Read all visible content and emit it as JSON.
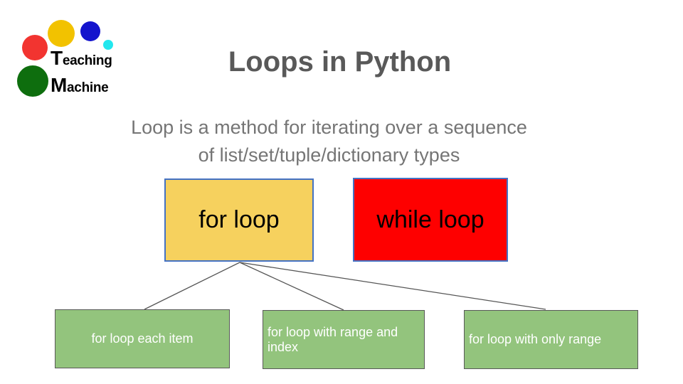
{
  "theme": {
    "slide-bg": "#ffffff",
    "title-color": "#595959",
    "subtitle-color": "#757575",
    "for-fill": "#f6d15e",
    "while-fill": "#fe0000",
    "loop-box-border": "#4472c4",
    "loop-box-text": "#000000",
    "branch-fill": "#93c47d",
    "branch-border": "#595959",
    "branch-text": "#ffffff",
    "connector": "#555555",
    "logo-red": "#f23430",
    "logo-yellow": "#f2c200",
    "logo-blue": "#1414cd",
    "logo-cyan": "#22e7ee",
    "logo-green": "#0e6e0e",
    "logo-text": "#000000"
  },
  "logo": {
    "word1_initial": "T",
    "word1_rest": "eaching",
    "word2_initial": "M",
    "word2_rest": "achine"
  },
  "title": "Loops in Python",
  "subtitle": {
    "line1": "Loop is a method for iterating over a sequence",
    "line2": "of list/set/tuple/dictionary types"
  },
  "diagram": {
    "for_label": "for loop",
    "while_label": "while loop",
    "branches": [
      {
        "lines": [
          "for loop each item"
        ]
      },
      {
        "lines": [
          "for loop with range and",
          "index"
        ]
      },
      {
        "lines": [
          "for loop with only range"
        ]
      }
    ]
  }
}
